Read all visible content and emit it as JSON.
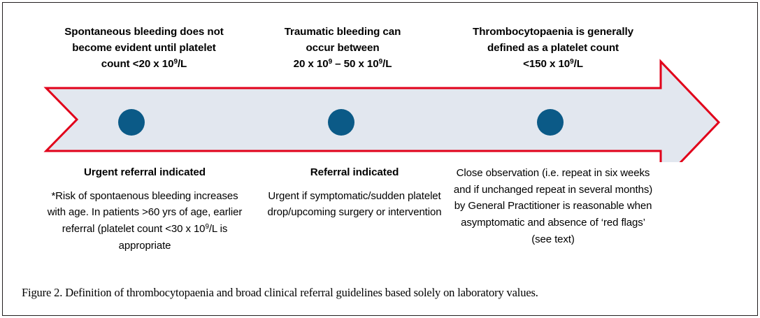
{
  "figure": {
    "caption": "Figure 2. Definition of thrombocytopaenia and broad clinical referral guidelines based solely on laboratory values.",
    "border_color": "#231f20",
    "background_color": "#ffffff"
  },
  "arrow": {
    "fill_color": "#e2e7ef",
    "stroke_color": "#e1001a",
    "stroke_width": 3,
    "direction": "right",
    "marker_color": "#0b5a87",
    "marker_count": 3
  },
  "top_labels": [
    {
      "line1": "Spontaneous bleeding does not",
      "line2": "become evident until platelet",
      "value_prefix": "count <20 x 10",
      "value_exponent": "9",
      "value_suffix": "/L"
    },
    {
      "line1": "Traumatic bleeding can",
      "line2": "occur between",
      "value_prefix": "20 x 10",
      "value_exponent": "9",
      "value_mid": " – 50 x 10",
      "value_exponent2": "9",
      "value_suffix": "/L"
    },
    {
      "line1": "Thrombocytopaenia is generally",
      "line2": "defined as a platelet count",
      "value_prefix": "<150 x 10",
      "value_exponent": "9",
      "value_suffix": "/L"
    }
  ],
  "bottom_columns": [
    {
      "heading": "Urgent referral indicated",
      "body_prefix": "*Risk of spontaenous bleeding increases with age. In patients >60 yrs of age, earlier referral (platelet count <30 x 10",
      "body_exponent": "9",
      "body_suffix": "/L is appropriate"
    },
    {
      "heading": "Referral indicated",
      "body": "Urgent if symptomatic/sudden platelet drop/upcoming surgery or intervention"
    },
    {
      "heading": "",
      "body": "Close observation (i.e. repeat in six weeks and if unchanged repeat in several months) by General Practitioner is reasonable when asymptomatic and absence of ‘red flags’ (see text)"
    }
  ]
}
